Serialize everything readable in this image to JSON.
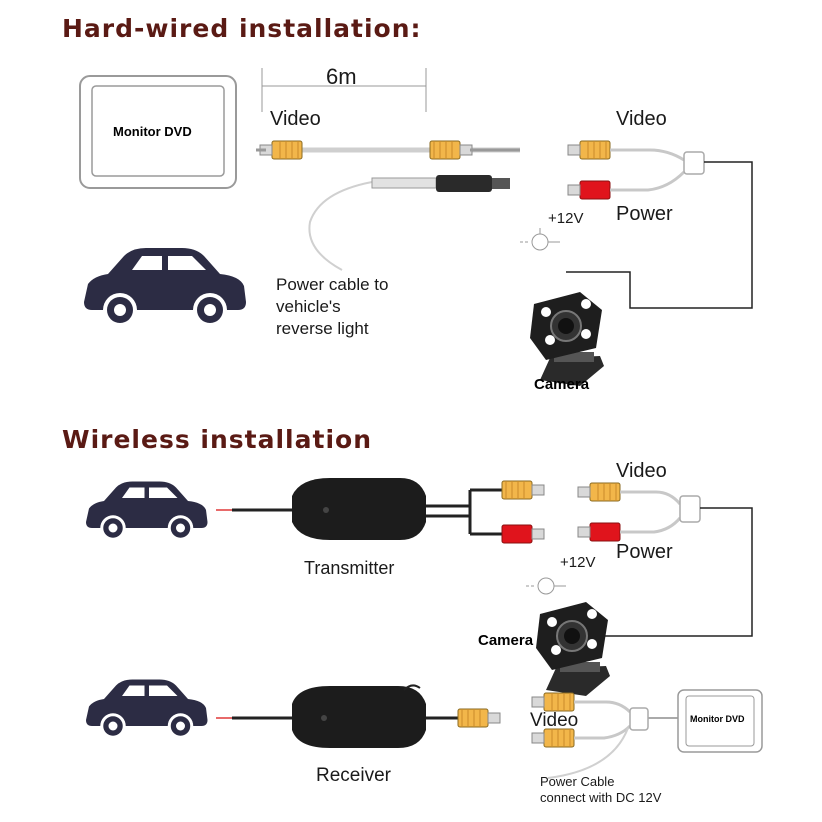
{
  "hardwired": {
    "title": "Hard-wired installation:",
    "monitor_label": "Monitor DVD",
    "length_label": "6m",
    "video_left": "Video",
    "video_right": "Video",
    "power_label": "Power",
    "voltage_label": "+12V",
    "power_cable_note": [
      "Power cable to",
      "vehicle's",
      "reverse light"
    ],
    "camera_label": "Camera"
  },
  "wireless": {
    "title": "Wireless installation",
    "video_label": "Video",
    "power_label": "Power",
    "voltage_label": "+12V",
    "transmitter_label": "Transmitter",
    "camera_label": "Camera",
    "receiver_label": "Receiver",
    "receiver_video_label": "Video",
    "monitor_label": "Monitor DVD",
    "power_note": [
      "Power Cable",
      "connect with DC 12V"
    ]
  },
  "colors": {
    "title": "#5a1a14",
    "rca_yellow": "#f2b64a",
    "rca_red": "#e0141c",
    "car": "#2c2c44",
    "box": "#1c1c1c"
  }
}
